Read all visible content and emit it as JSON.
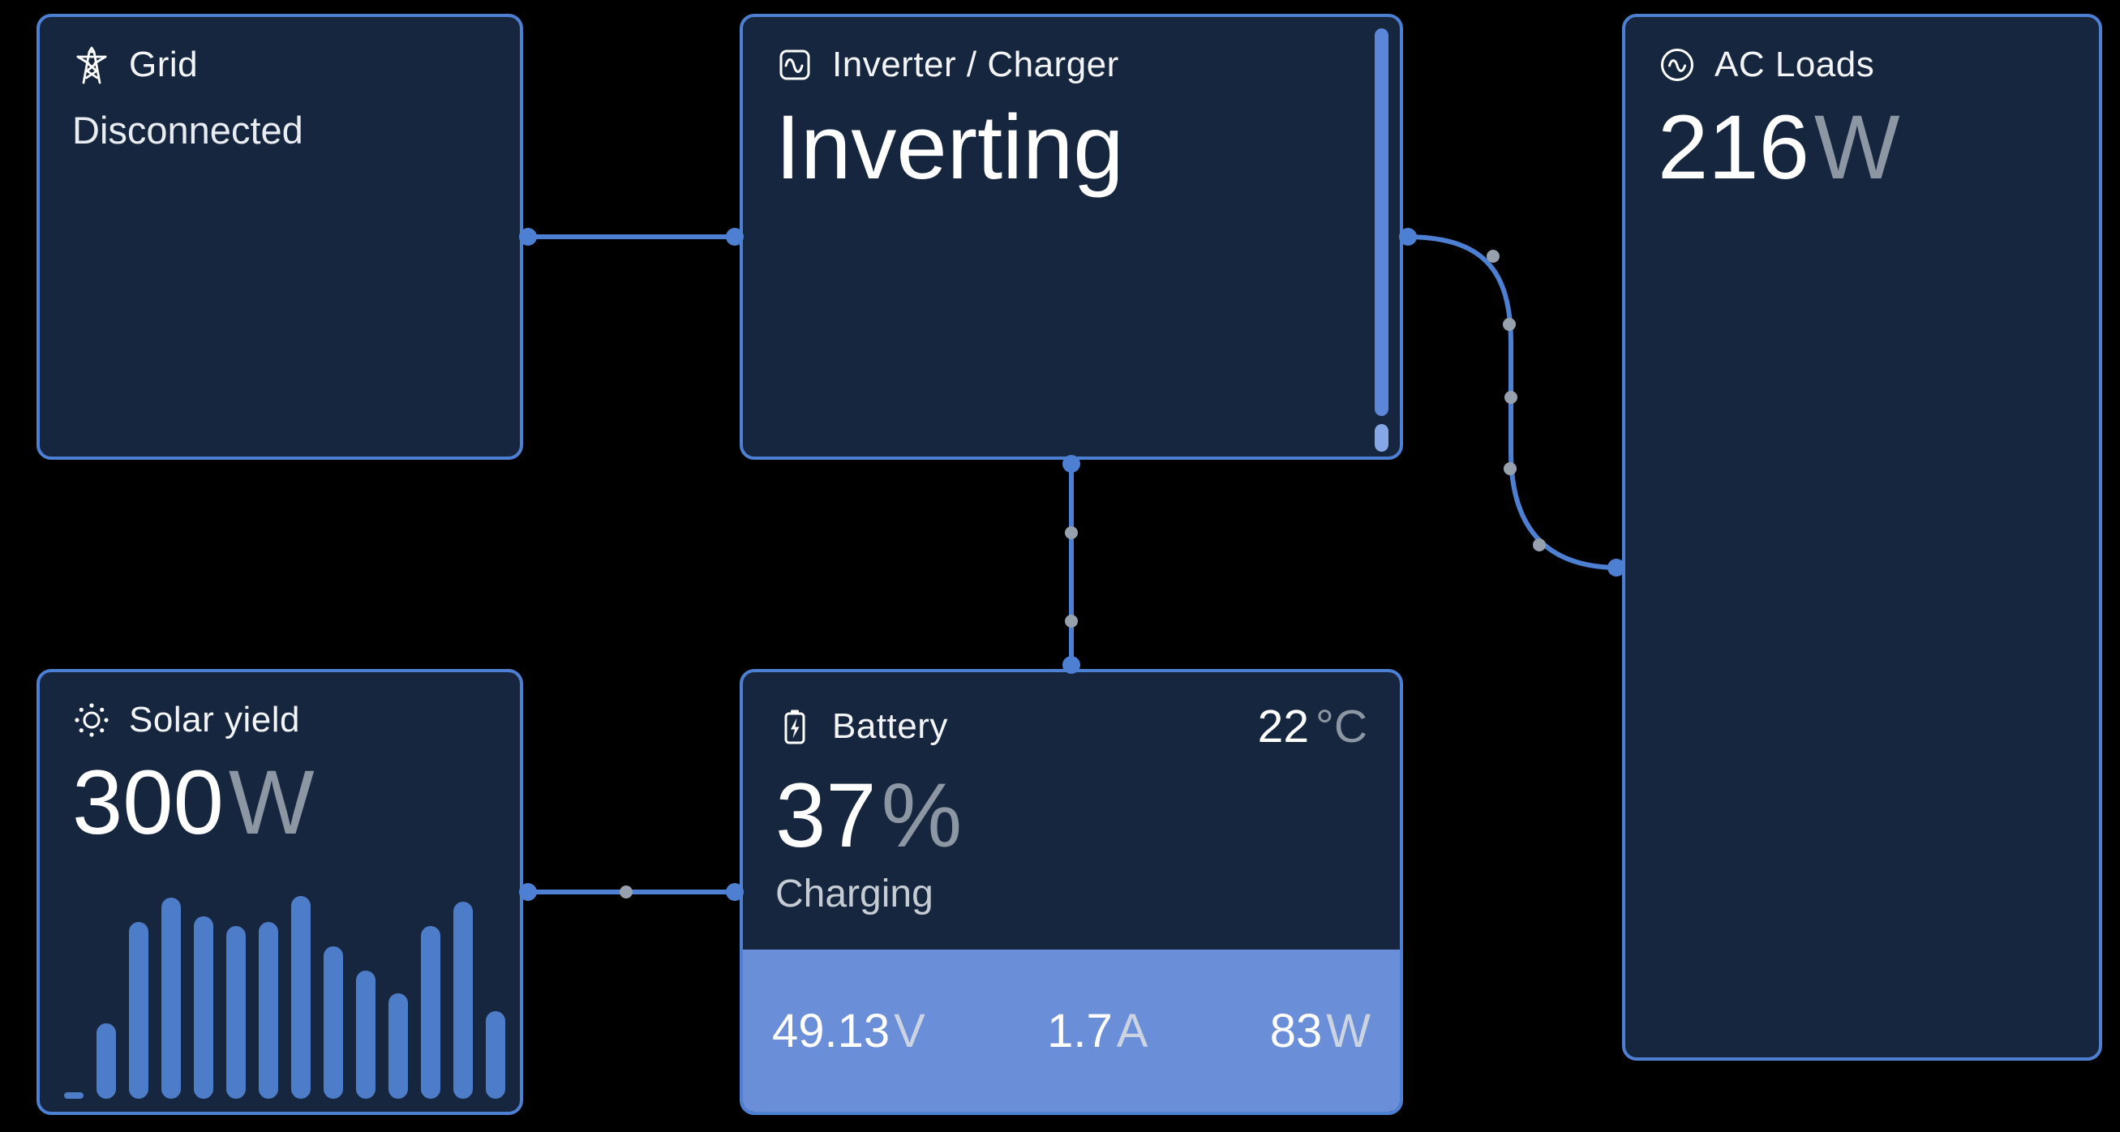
{
  "colors": {
    "background": "#000000",
    "card_bg": "#17263f",
    "card_border": "#4d7fd2",
    "accent_blue": "#4d7fd2",
    "battery_footer_bg": "#6b8ed9",
    "bar_blue": "#4d7cc9",
    "scrollbar_blue": "#5c86d8",
    "scrollbar_tip": "#86a6e6",
    "dot_gray": "#97a1ad",
    "title_text": "#f2f4f6",
    "unit_gray": "#8d97a3",
    "muted_text": "#c6ccd4",
    "footer_unit": "#ccd4e2"
  },
  "cards": {
    "grid": {
      "title": "Grid",
      "status": "Disconnected"
    },
    "inverter": {
      "title": "Inverter / Charger",
      "state": "Inverting"
    },
    "ac_loads": {
      "title": "AC Loads",
      "power": {
        "value": "216",
        "unit": "W"
      }
    },
    "solar": {
      "title": "Solar yield",
      "power": {
        "value": "300",
        "unit": "W"
      }
    },
    "battery": {
      "title": "Battery",
      "temperature": {
        "value": "22",
        "unit": "°C"
      },
      "soc": {
        "value": "37",
        "unit": "%"
      },
      "state": "Charging",
      "voltage": {
        "value": "49.13",
        "unit": "V"
      },
      "current": {
        "value": "1.7",
        "unit": "A"
      },
      "power": {
        "value": "83",
        "unit": "W"
      }
    }
  },
  "icons": {
    "grid": "transmission-tower-icon",
    "inverter": "inverter-wave-icon",
    "ac_loads": "ac-wave-circle-icon",
    "solar": "sun-icon",
    "battery": "battery-charging-icon"
  },
  "chart_data": {
    "type": "bar",
    "title": "Solar yield history",
    "categories": [],
    "values": [
      3,
      37,
      87,
      99,
      90,
      85,
      87,
      100,
      75,
      63,
      52,
      85,
      97,
      43
    ],
    "ylim": [
      0,
      100
    ],
    "xlabel": "",
    "ylabel": "",
    "legend": false,
    "grid": false
  }
}
